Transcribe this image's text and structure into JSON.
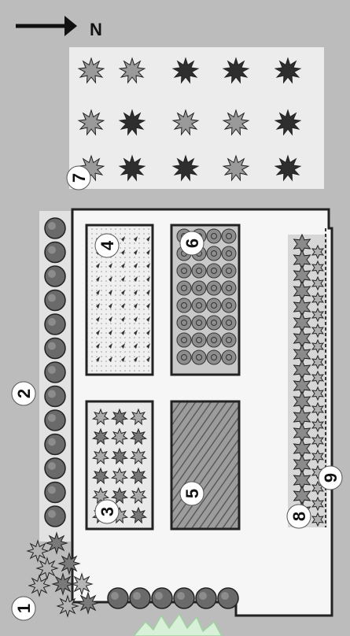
{
  "compass": {
    "label": "N"
  },
  "callouts": [
    {
      "id": "1",
      "label": "1",
      "rotate": true
    },
    {
      "id": "2",
      "label": "2",
      "rotate": true
    },
    {
      "id": "3",
      "label": "3",
      "rotate": true
    },
    {
      "id": "4",
      "label": "4",
      "rotate": true
    },
    {
      "id": "5",
      "label": "5",
      "rotate": true
    },
    {
      "id": "6",
      "label": "6",
      "rotate": true
    },
    {
      "id": "7",
      "label": "7",
      "rotate": true
    },
    {
      "id": "8",
      "label": "8",
      "rotate": true
    },
    {
      "id": "9",
      "label": "9",
      "rotate": true
    }
  ],
  "colors": {
    "background": "#bcbcbc",
    "light_area": "#ebebeb",
    "bed_fill": "#f4f4f4",
    "border": "#222222",
    "shrub": "#6a6a6a",
    "plant_dark": "#3a3a3a",
    "plant_mid": "#8a8a8a"
  },
  "icons": [
    "shrub-icon",
    "plant-icon",
    "rose-icon",
    "leaf-icon",
    "arrow-right-icon"
  ]
}
